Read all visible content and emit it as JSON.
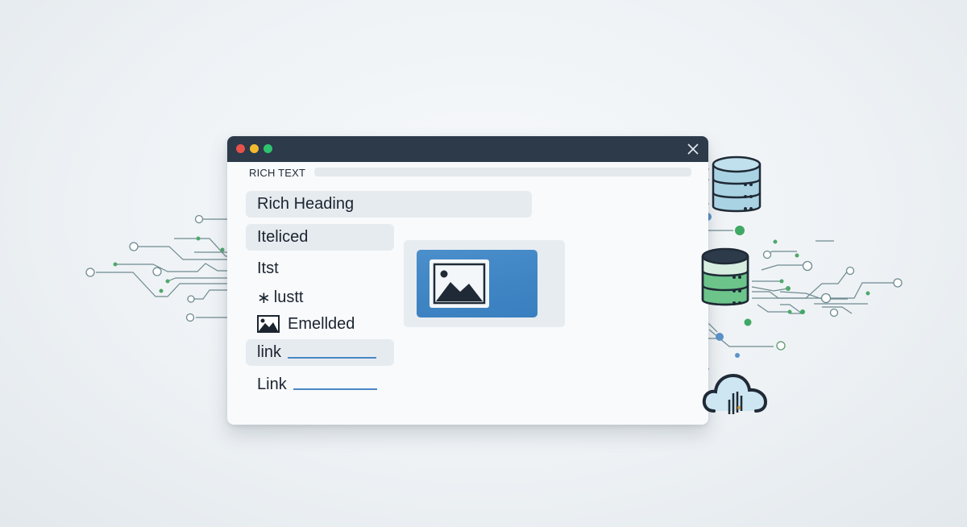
{
  "window": {
    "controls": {
      "close_color": "#e8524a",
      "minimize_color": "#f2bb2f",
      "maximize_color": "#2ec46e"
    },
    "close_icon": "close-icon",
    "titlebar_color": "#2c3a4a"
  },
  "toolbar": {
    "label": "RICH TEXT"
  },
  "editor": {
    "heading": "Rich Heading",
    "italic": "Iteliced",
    "list_item": "Itst",
    "bullet_symbol": "∗",
    "bullet_item": "lustt",
    "embedded": "Emellded",
    "link1": "link",
    "link2": "Link",
    "link_color": "#4a86c5"
  },
  "media": {
    "icon": "image-icon",
    "block_color": "#3f85c4"
  },
  "services": {
    "database_top": {
      "icon": "database-icon",
      "color": "#a9d3e3"
    },
    "database_middle": {
      "icon": "database-icon",
      "color": "#6cc48a"
    },
    "cloud": {
      "icon": "cloud-icon",
      "color": "#cde6f2"
    }
  },
  "circuit_colors": {
    "line": "#6e8a90",
    "green_node": "#3fa865",
    "blue_node": "#5b93c9"
  }
}
